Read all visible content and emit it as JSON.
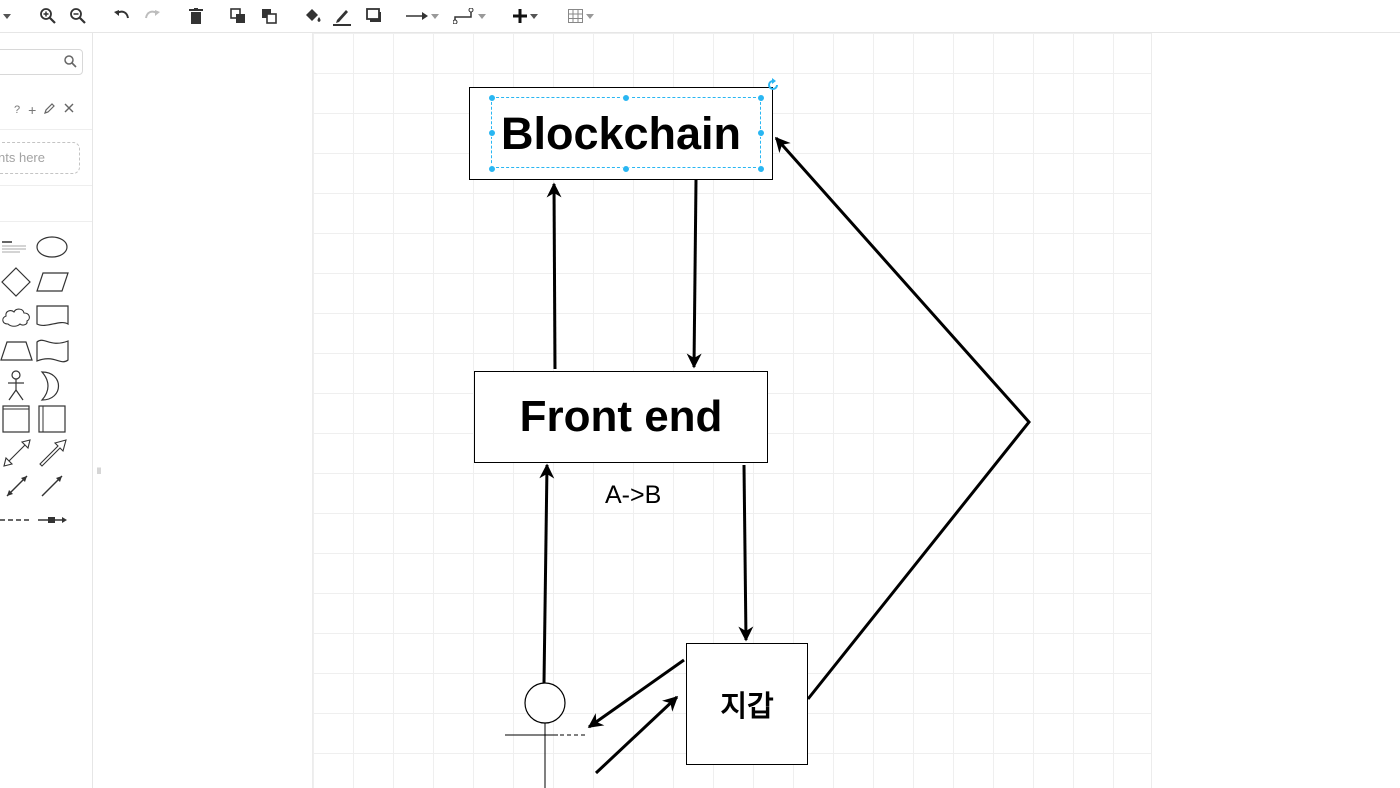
{
  "toolbar": {
    "items": [
      {
        "icon": "chevron-down-icon"
      },
      {
        "icon": "zoom-in-icon"
      },
      {
        "icon": "zoom-out-icon"
      },
      {
        "icon": "undo-icon"
      },
      {
        "icon": "redo-icon"
      },
      {
        "icon": "delete-icon"
      },
      {
        "icon": "to-front-icon"
      },
      {
        "icon": "to-back-icon"
      },
      {
        "icon": "fill-color-icon"
      },
      {
        "icon": "line-color-icon"
      },
      {
        "icon": "shadow-icon"
      },
      {
        "icon": "connection-arrow-icon"
      },
      {
        "icon": "waypoints-icon"
      },
      {
        "icon": "insert-plus-icon"
      },
      {
        "icon": "table-icon"
      }
    ]
  },
  "sidebar": {
    "search": {
      "placeholder": "",
      "icon": "search-icon"
    },
    "scratchpad": {
      "tools": [
        "?",
        "+"
      ],
      "icons": [
        "edit-pencil-icon",
        "close-icon"
      ],
      "drop_hint": "nts here"
    },
    "shapes": [
      "text-icon",
      "ellipse-icon",
      "diamond-icon",
      "parallelogram-icon",
      "cloud-icon",
      "document-icon",
      "trapezoid-icon",
      "tape-icon",
      "actor-icon",
      "or-icon",
      "container-icon",
      "container-icon",
      "bidirectional-arrow-icon",
      "arrow-icon",
      "bidirectional-connector-icon",
      "connector-icon",
      "dashed-line-icon",
      "link-icon"
    ],
    "splitter": "ll"
  },
  "diagram": {
    "nodes": {
      "blockchain": "Blockchain",
      "frontend": "Front end",
      "wallet": "지갑"
    },
    "edge_label": "A->B"
  },
  "colors": {
    "selection": "#29b6f2",
    "grid": "#efefef",
    "stroke": "#000000"
  }
}
